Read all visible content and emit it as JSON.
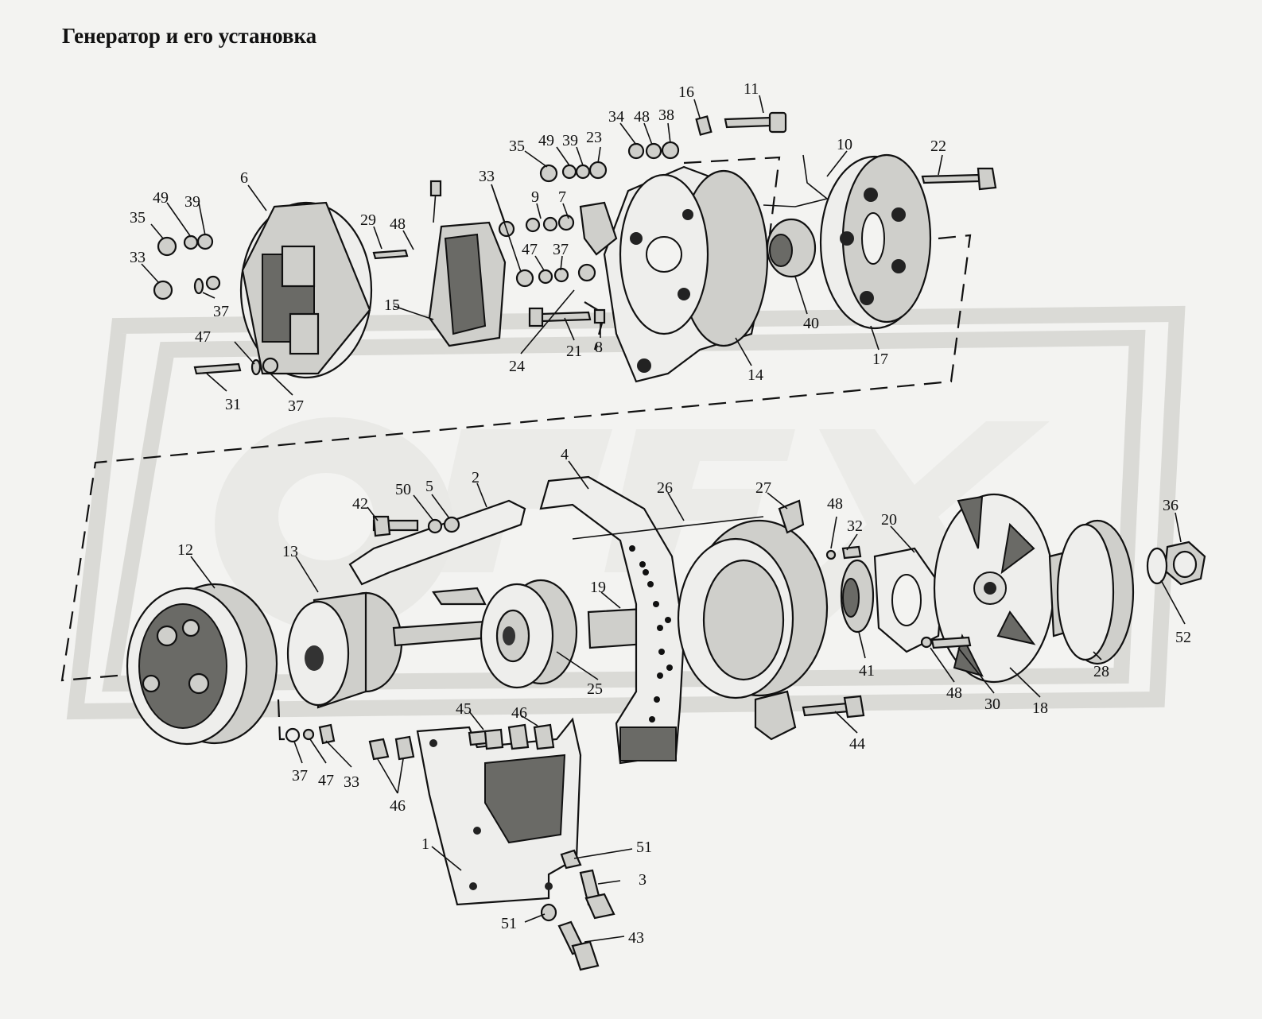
{
  "title": "Генератор и его установка",
  "colors": {
    "background": "#f3f3f1",
    "ink": "#111111",
    "watermark": "#dadad6"
  },
  "callouts": [
    {
      "id": "c16",
      "label": "16"
    },
    {
      "id": "c11",
      "label": "11"
    },
    {
      "id": "c34",
      "label": "34"
    },
    {
      "id": "c48a",
      "label": "48"
    },
    {
      "id": "c38",
      "label": "38"
    },
    {
      "id": "c35a",
      "label": "35"
    },
    {
      "id": "c49a",
      "label": "49"
    },
    {
      "id": "c39a",
      "label": "39"
    },
    {
      "id": "c23",
      "label": "23"
    },
    {
      "id": "c10",
      "label": "10"
    },
    {
      "id": "c22",
      "label": "22"
    },
    {
      "id": "c6",
      "label": "6"
    },
    {
      "id": "c49b",
      "label": "49"
    },
    {
      "id": "c39b",
      "label": "39"
    },
    {
      "id": "c35b",
      "label": "35"
    },
    {
      "id": "c33a",
      "label": "33"
    },
    {
      "id": "c29",
      "label": "29"
    },
    {
      "id": "c48b",
      "label": "48"
    },
    {
      "id": "c33b",
      "label": "33"
    },
    {
      "id": "c9",
      "label": "9"
    },
    {
      "id": "c7",
      "label": "7"
    },
    {
      "id": "c47a",
      "label": "47"
    },
    {
      "id": "c37a",
      "label": "37"
    },
    {
      "id": "c37b",
      "label": "37"
    },
    {
      "id": "c15",
      "label": "15"
    },
    {
      "id": "c47b",
      "label": "47"
    },
    {
      "id": "c40",
      "label": "40"
    },
    {
      "id": "c21",
      "label": "21"
    },
    {
      "id": "c8",
      "label": "8"
    },
    {
      "id": "c24",
      "label": "24"
    },
    {
      "id": "c14",
      "label": "14"
    },
    {
      "id": "c17",
      "label": "17"
    },
    {
      "id": "c31",
      "label": "31"
    },
    {
      "id": "c37c",
      "label": "37"
    },
    {
      "id": "c4",
      "label": "4"
    },
    {
      "id": "c26",
      "label": "26"
    },
    {
      "id": "c27",
      "label": "27"
    },
    {
      "id": "c48c",
      "label": "48"
    },
    {
      "id": "c32",
      "label": "32"
    },
    {
      "id": "c20",
      "label": "20"
    },
    {
      "id": "c36",
      "label": "36"
    },
    {
      "id": "c42",
      "label": "42"
    },
    {
      "id": "c50",
      "label": "50"
    },
    {
      "id": "c5",
      "label": "5"
    },
    {
      "id": "c2",
      "label": "2"
    },
    {
      "id": "c12",
      "label": "12"
    },
    {
      "id": "c13",
      "label": "13"
    },
    {
      "id": "c19",
      "label": "19"
    },
    {
      "id": "c41",
      "label": "41"
    },
    {
      "id": "c52",
      "label": "52"
    },
    {
      "id": "c28",
      "label": "28"
    },
    {
      "id": "c25",
      "label": "25"
    },
    {
      "id": "c48d",
      "label": "48"
    },
    {
      "id": "c30",
      "label": "30"
    },
    {
      "id": "c18",
      "label": "18"
    },
    {
      "id": "c45",
      "label": "45"
    },
    {
      "id": "c46a",
      "label": "46"
    },
    {
      "id": "c44",
      "label": "44"
    },
    {
      "id": "c37d",
      "label": "37"
    },
    {
      "id": "c47c",
      "label": "47"
    },
    {
      "id": "c33c",
      "label": "33"
    },
    {
      "id": "c46b",
      "label": "46"
    },
    {
      "id": "c1",
      "label": "1"
    },
    {
      "id": "c51a",
      "label": "51"
    },
    {
      "id": "c3",
      "label": "3"
    },
    {
      "id": "c51b",
      "label": "51"
    },
    {
      "id": "c43",
      "label": "43"
    }
  ]
}
